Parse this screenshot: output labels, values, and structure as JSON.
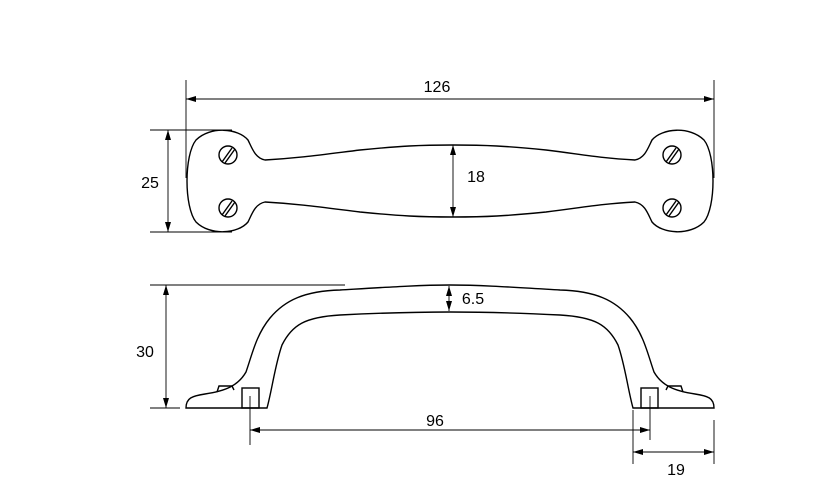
{
  "dimensions": {
    "overall_length": "126",
    "plate_width": "25",
    "grip_width": "18",
    "height": "30",
    "grip_thickness": "6.5",
    "hole_centers": "96",
    "foot_length": "19"
  },
  "colors": {
    "line": "#000000",
    "background": "#ffffff"
  }
}
